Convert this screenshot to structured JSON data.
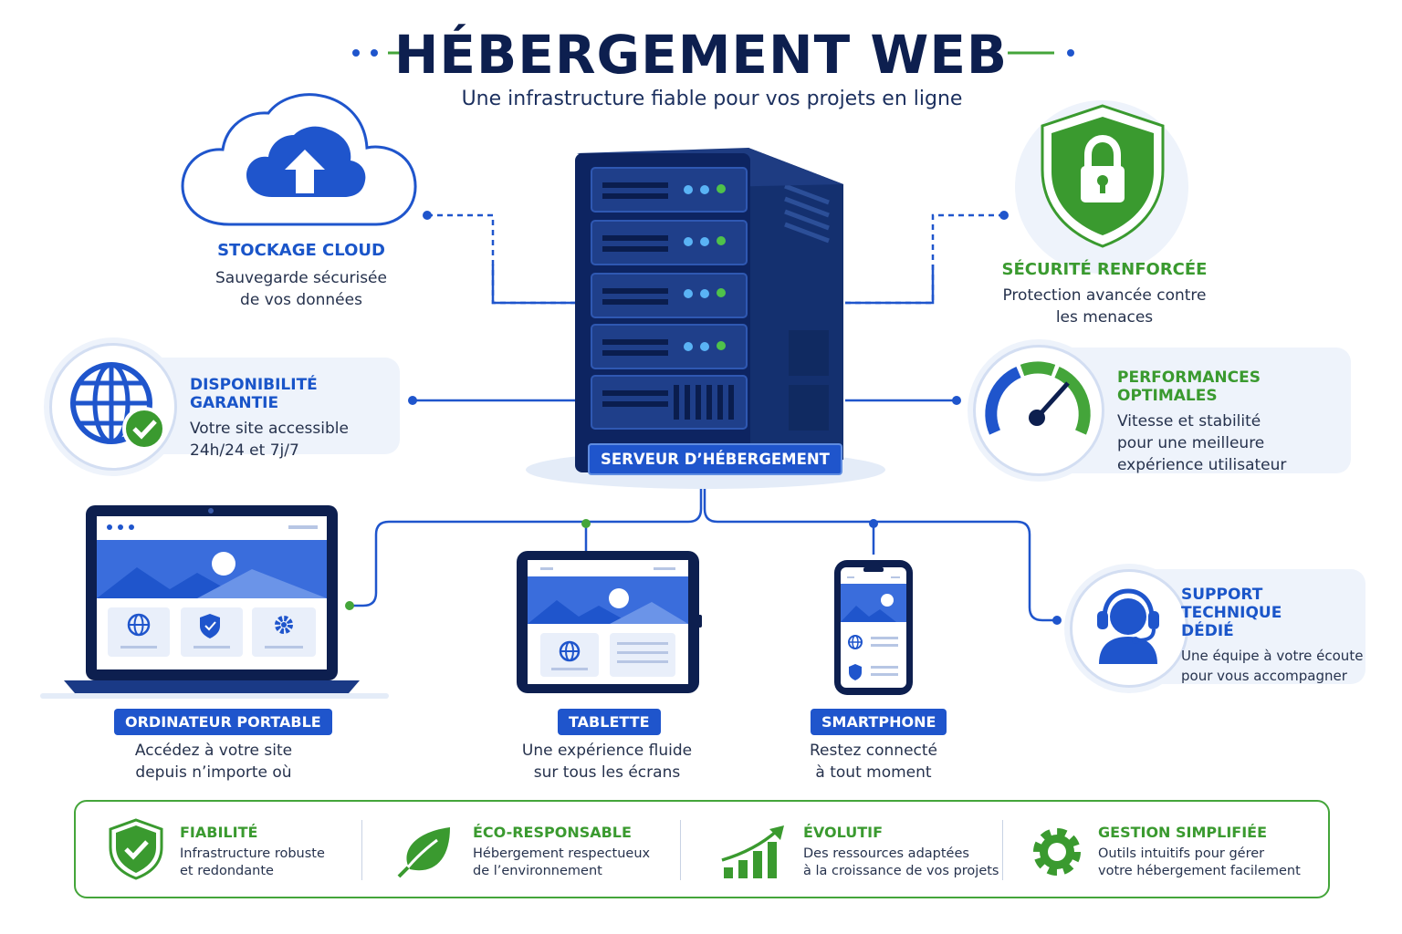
{
  "header": {
    "title": "HÉBERGEMENT WEB",
    "subtitle": "Une infrastructure fiable pour vos projets en ligne"
  },
  "colors": {
    "navy": "#0d1f4f",
    "blue": "#1f55cc",
    "green": "#3a9a2f",
    "light": "#eef3fb"
  },
  "server": {
    "label": "SERVEUR D’HÉBERGEMENT",
    "icon": "server-rack-icon"
  },
  "features": {
    "cloud": {
      "title": "STOCKAGE CLOUD",
      "desc1": "Sauvegarde sécurisée",
      "desc2": "de vos données",
      "icon": "cloud-upload-icon"
    },
    "security": {
      "title": "SÉCURITÉ RENFORCÉE",
      "desc1": "Protection avancée contre",
      "desc2": "les menaces",
      "icon": "shield-lock-icon"
    },
    "availability": {
      "title": "DISPONIBILITÉ GARANTIE",
      "desc1": "Votre site accessible",
      "desc2": "24h/24 et 7j/7",
      "icon": "globe-check-icon"
    },
    "performance": {
      "title": "PERFORMANCES OPTIMALES",
      "desc1": "Vitesse et stabilité",
      "desc2": "pour une meilleure",
      "desc3": "expérience utilisateur",
      "icon": "speedometer-icon"
    },
    "support": {
      "title1": "SUPPORT TECHNIQUE",
      "title2": "DÉDIÉ",
      "desc1": "Une équipe à votre écoute",
      "desc2": "pour vous accompagner",
      "icon": "headset-agent-icon"
    }
  },
  "devices": {
    "laptop": {
      "label": "ORDINATEUR PORTABLE",
      "desc1": "Accédez à votre site",
      "desc2": "depuis n’importe où",
      "icon": "laptop-icon"
    },
    "tablet": {
      "label": "TABLETTE",
      "desc1": "Une expérience fluide",
      "desc2": "sur tous les écrans",
      "icon": "tablet-icon"
    },
    "smartphone": {
      "label": "SMARTPHONE",
      "desc1": "Restez connecté",
      "desc2": "à tout moment",
      "icon": "smartphone-icon"
    }
  },
  "banner": [
    {
      "title": "FIABILITÉ",
      "desc1": "Infrastructure robuste",
      "desc2": "et redondante",
      "icon": "shield-check-icon"
    },
    {
      "title": "ÉCO-RESPONSABLE",
      "desc1": "Hébergement respectueux",
      "desc2": "de l’environnement",
      "icon": "leaf-icon"
    },
    {
      "title": "ÉVOLUTIF",
      "desc1": "Des ressources adaptées",
      "desc2": "à la croissance de vos projets",
      "icon": "growth-chart-icon"
    },
    {
      "title": "GESTION SIMPLIFIÉE",
      "desc1": "Outils intuitifs pour gérer",
      "desc2": "votre hébergement facilement",
      "icon": "gear-icon"
    }
  ]
}
